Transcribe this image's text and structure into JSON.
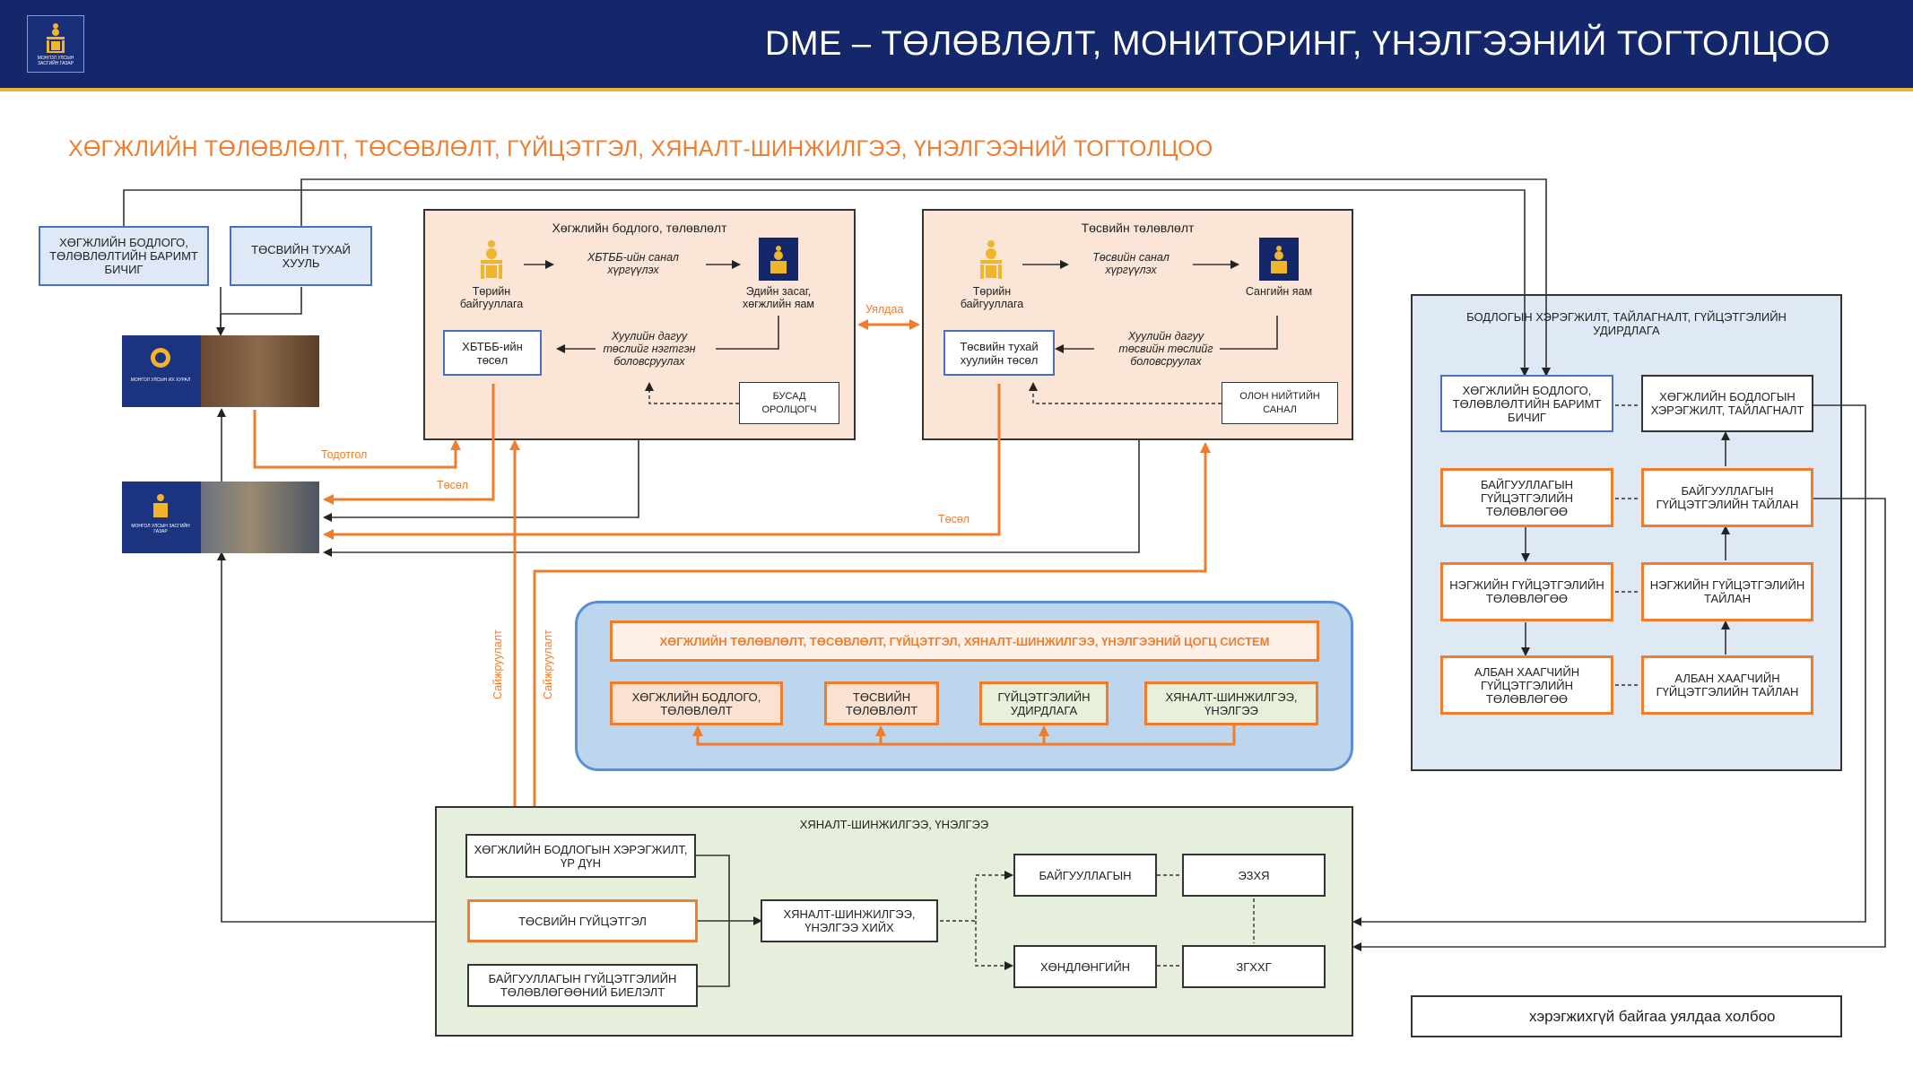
{
  "header": {
    "title": "DME – ТӨЛӨВЛӨЛТ, МОНИТОРИНГ, ҮНЭЛГЭЭНИЙ ТОГТОЛЦОО",
    "logo_text": "МОНГОЛ УЛСЫН ЗАСГИЙН ГАЗАР"
  },
  "subtitle": "ХӨГЖЛИЙН ТӨЛӨВЛӨЛТ, ТӨСӨВЛӨЛТ, ГҮЙЦЭТГЭЛ, ХЯНАЛТ-ШИНЖИЛГЭЭ, ҮНЭЛГЭЭНИЙ ТОГТОЛЦОО",
  "left": {
    "doc_box": "ХӨГЖЛИЙН БОДЛОГО, ТӨЛӨВЛӨЛТИЙН БАРИМТ БИЧИГ",
    "law_box": "ТӨСВИЙН ТУХАЙ ХУУЛЬ",
    "parliament_label": "МОНГОЛ УЛСЫН ИХ ХУРАЛ",
    "government_label": "МОНГОЛ УЛСЫН ЗАСГИЙН ГАЗАР"
  },
  "dev_panel": {
    "title": "Хөгжлийн бодлого, төлөвлөлт",
    "org_label": "Төрийн байгууллага",
    "proposal": "ХБТББ-ийн санал хүргүүлэх",
    "ministry_label": "Эдийн засаг, хөгжлийн яам",
    "draft_box": "ХБТББ-ийн төсөл",
    "law_note": "Хуулийн дагуу төслийг нэгтгэн боловсруулах",
    "other_box": "БУСАД ОРОЛЦОГЧ"
  },
  "budget_panel": {
    "title": "Төсвийн төлөвлөлт",
    "org_label": "Төрийн байгууллага",
    "proposal": "Төсвийн санал хүргүүлэх",
    "ministry_label": "Сангийн яам",
    "draft_box": "Төсвийн тухай хуулийн төсөл",
    "law_note": "Хуулийн дагуу төсвийн төслийг боловсруулах",
    "public_box": "ОЛОН НИЙТИЙН САНАЛ"
  },
  "labels": {
    "link": "Уялдаа",
    "clarify": "Тодотгол",
    "draft1": "Төсөл",
    "draft2": "Төсөл",
    "improve1": "Сайжруулалт",
    "improve2": "Сайжруулалт"
  },
  "system_panel": {
    "title": "ХӨГЖЛИЙН ТӨЛӨВЛӨЛТ, ТӨСӨВЛӨЛТ, ГҮЙЦЭТГЭЛ, ХЯНАЛТ-ШИНЖИЛГЭЭ, ҮНЭЛГЭЭНИЙ ЦОГЦ СИСТЕМ",
    "items": [
      "ХӨГЖЛИЙН БОДЛОГО, ТӨЛӨВЛӨЛТ",
      "ТӨСВИЙН ТӨЛӨВЛӨЛТ",
      "ГҮЙЦЭТГЭЛИЙН УДИРДЛАГА",
      "ХЯНАЛТ-ШИНЖИЛГЭЭ, ҮНЭЛГЭЭ"
    ]
  },
  "policy_panel": {
    "title": "БОДЛОГЫН ХЭРЭГЖИЛТ, ТАЙЛАГНАЛТ, ГҮЙЦЭТГЭЛИЙН УДИРДЛАГА",
    "left": [
      "ХӨГЖЛИЙН БОДЛОГО, ТӨЛӨВЛӨЛТИЙН БАРИМТ БИЧИГ",
      "БАЙГУУЛЛАГЫН ГҮЙЦЭТГЭЛИЙН ТӨЛӨВЛӨГӨӨ",
      "НЭГЖИЙН ГҮЙЦЭТГЭЛИЙН ТӨЛӨВЛӨГӨӨ",
      "АЛБАН ХААГЧИЙН ГҮЙЦЭТГЭЛИЙН ТӨЛӨВЛӨГӨӨ"
    ],
    "right": [
      "ХӨГЖЛИЙН БОДЛОГЫН ХЭРЭГЖИЛТ, ТАЙЛАГНАЛТ",
      "БАЙГУУЛЛАГЫН ГҮЙЦЭТГЭЛИЙН ТАЙЛАН",
      "НЭГЖИЙН ГҮЙЦЭТГЭЛИЙН ТАЙЛАН",
      "АЛБАН ХААГЧИЙН ГҮЙЦЭТГЭЛИЙН ТАЙЛАН"
    ]
  },
  "me_panel": {
    "title": "ХЯНАЛТ-ШИНЖИЛГЭЭ, ҮНЭЛГЭЭ",
    "inputs": [
      "ХӨГЖЛИЙН БОДЛОГЫН ХЭРЭГЖИЛТ, ҮР ДҮН",
      "ТӨСВИЙН ГҮЙЦЭТГЭЛ",
      "БАЙГУУЛЛАГЫН ГҮЙЦЭТГЭЛИЙН ТӨЛӨВЛӨГӨӨНИЙ БИЕЛЭЛТ"
    ],
    "process": "ХЯНАЛТ-ШИНЖИЛГЭЭ, ҮНЭЛГЭЭ ХИЙХ",
    "org": "БАЙГУУЛЛАГЫН",
    "independent": "ХӨНДЛӨНГИЙН",
    "ezkhya": "ЭЗХЯ",
    "zgkhkhg": "ЗГХХГ"
  },
  "legend": {
    "text": "хэрэгжихгүй байгаа уялдаа холбоо"
  },
  "colors": {
    "navy": "#14276a",
    "gold": "#e7b53c",
    "orange": "#ef7d2d",
    "peach": "#fbe5d6",
    "lightblue": "#dfe9f5",
    "green": "#e6efdc"
  }
}
